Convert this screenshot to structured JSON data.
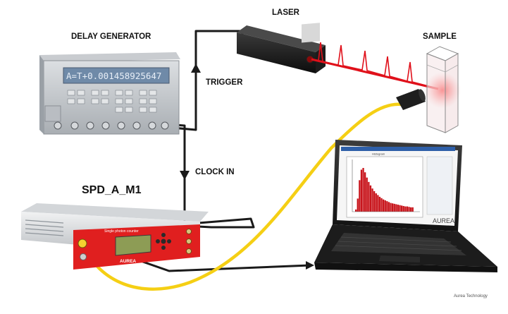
{
  "labels": {
    "delay_generator": "DELAY GENERATOR",
    "laser": "LASER",
    "sample": "SAMPLE",
    "trigger": "TRIGGER",
    "clock_in": "CLOCK IN",
    "spd": "SPD_A_M1",
    "credit": "Aurea Technology"
  },
  "delay_generator": {
    "display_text": "A=T+0.001458925647"
  },
  "spd_device": {
    "panel_title": "Single photon counter",
    "brand": "AUREA"
  },
  "laptop": {
    "brand": "AUREA",
    "plot_title": "Histogram",
    "plot_values": [
      0.05,
      0.3,
      0.72,
      0.96,
      1.0,
      0.9,
      0.78,
      0.68,
      0.6,
      0.53,
      0.47,
      0.42,
      0.38,
      0.34,
      0.31,
      0.28,
      0.26,
      0.24,
      0.22,
      0.2,
      0.19,
      0.18,
      0.17,
      0.16,
      0.15,
      0.14,
      0.13,
      0.12,
      0.12,
      0.11,
      0.1,
      0.1
    ]
  },
  "colors": {
    "fiber": "#f5cf14",
    "laser_beam": "#e0101a",
    "cable": "#1a1a1a",
    "histogram": "#c8141b",
    "spd_panel": "#e01f1f"
  }
}
